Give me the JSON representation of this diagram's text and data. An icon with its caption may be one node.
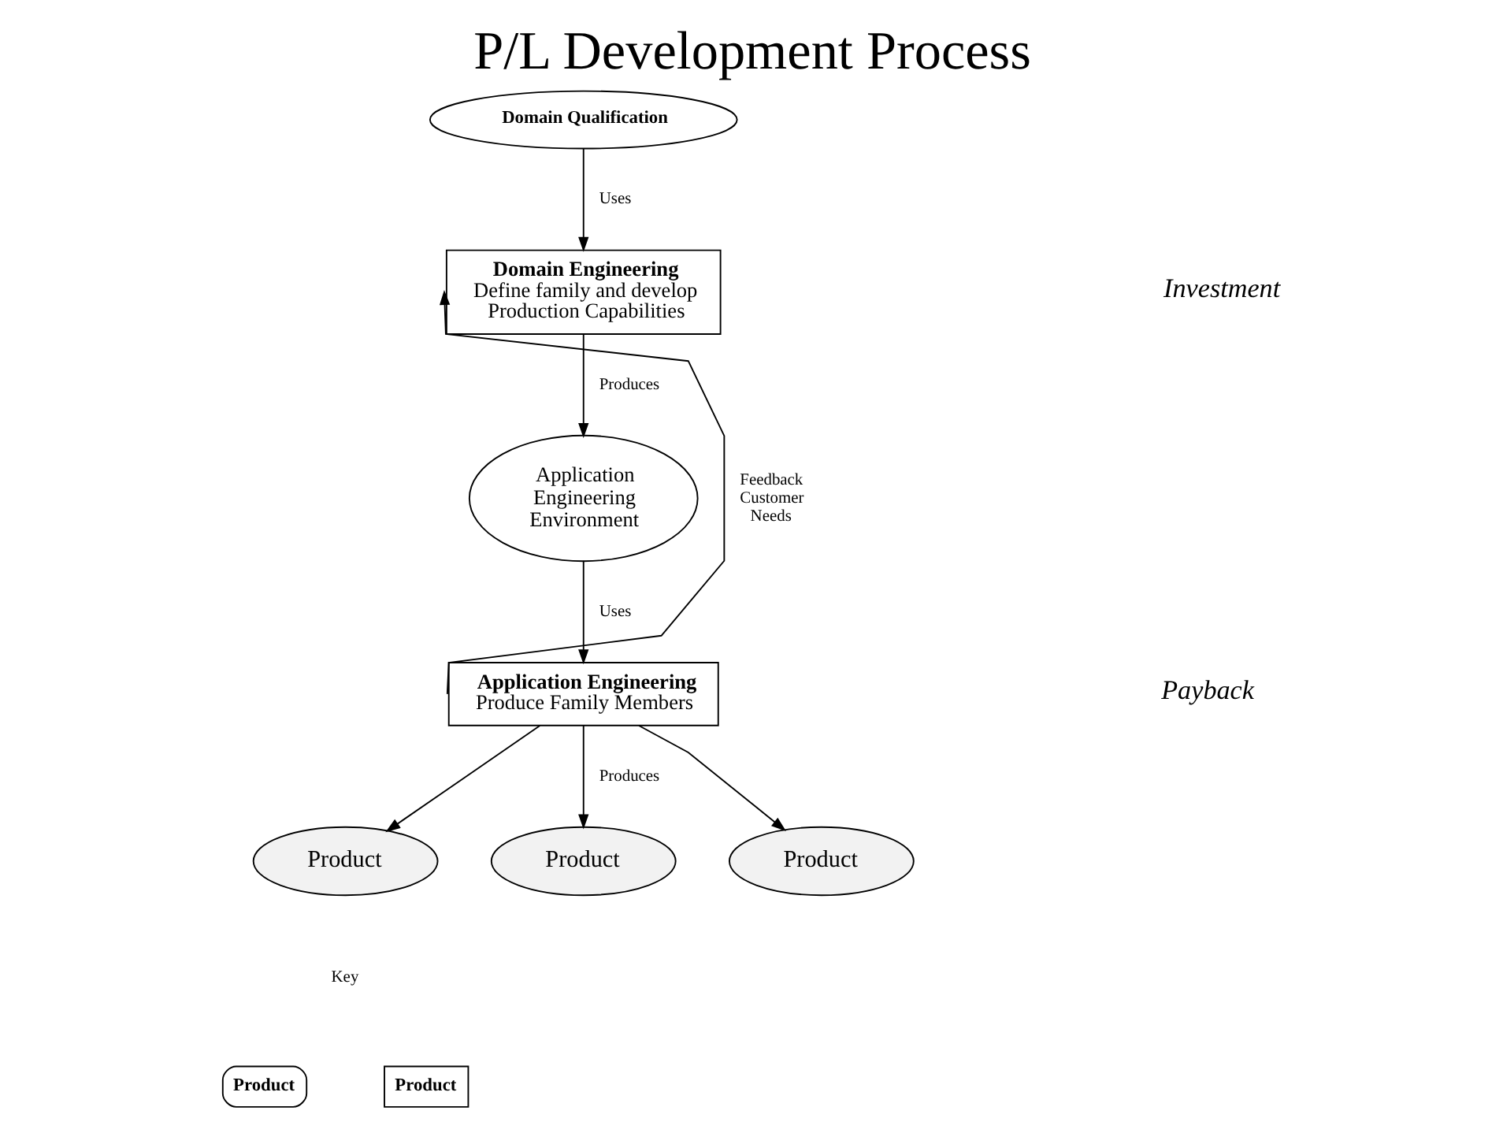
{
  "diagram": {
    "title": "P/L Development Process",
    "nodes": [
      {
        "text": [
          "Domain Qualification"
        ]
      },
      {
        "text": [
          "Domain Engineering",
          "Define family and develop Production Capabilities"
        ]
      },
      {
        "text": [
          "Application Engineering Environment"
        ]
      },
      {
        "text": [
          "Application Engineering",
          "Produce Family Members"
        ]
      },
      {
        "text": [
          "Product"
        ]
      },
      {
        "text": [
          "Product"
        ]
      },
      {
        "text": [
          "Product"
        ]
      }
    ],
    "edges": [
      {
        "from": 0,
        "to": 1,
        "arrow": "to",
        "label": "Uses"
      },
      {
        "from": 1,
        "to": 2,
        "arrow": "to",
        "label": "Produces"
      },
      {
        "from": 2,
        "to": 3,
        "arrow": "to",
        "label": "Uses"
      },
      {
        "from": 3,
        "to": 4,
        "arrow": "to"
      },
      {
        "from": 3,
        "to": 5,
        "arrow": "to",
        "label": "Produces"
      },
      {
        "from": 3,
        "to": 6,
        "arrow": "to"
      },
      {
        "from": 3,
        "to": 1,
        "arrow": "to",
        "label": "Feedback Customer Needs"
      }
    ],
    "labels": [
      "Investment",
      "Payback",
      "Key"
    ],
    "legend": [
      {
        "text": "Product"
      },
      {
        "text": "Product"
      }
    ]
  }
}
